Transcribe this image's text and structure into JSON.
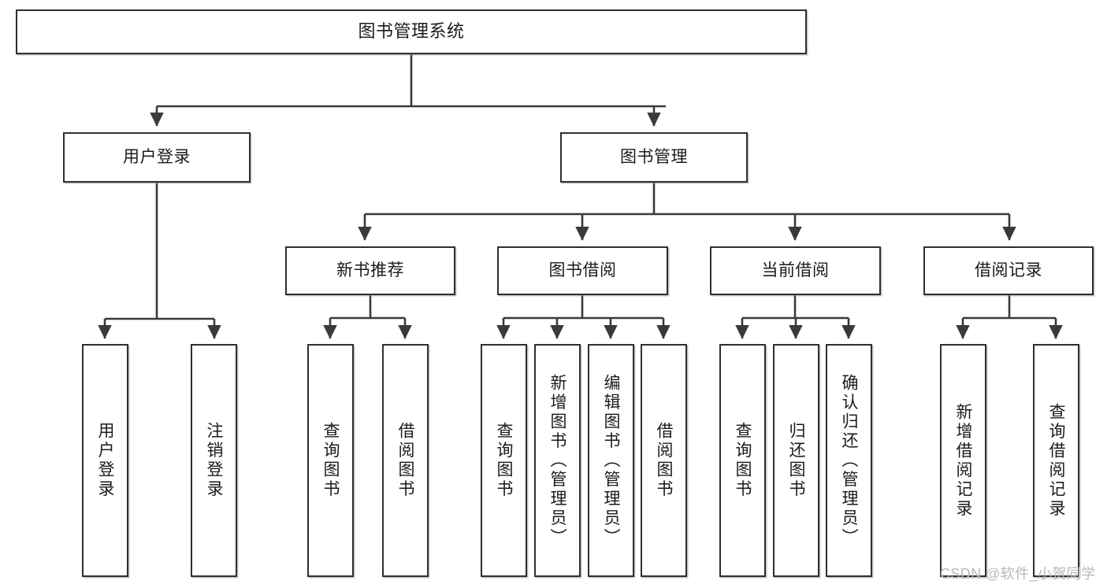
{
  "diagram": {
    "title": "图书管理系统",
    "type": "tree-hierarchy",
    "watermark": "CSDN @软件_小贺同学",
    "colors": {
      "node_border": "#2f2f2f",
      "node_fill": "#ffffff",
      "edge": "#3a3a3a",
      "text": "#1b1b1b",
      "watermark": "#b9b9b9",
      "background": "#ffffff"
    }
  },
  "nodes": {
    "root": {
      "label": "图书管理系统"
    },
    "level2": [
      {
        "label": "用户登录"
      },
      {
        "label": "图书管理"
      }
    ],
    "level3": [
      {
        "label": "新书推荐"
      },
      {
        "label": "图书借阅"
      },
      {
        "label": "当前借阅"
      },
      {
        "label": "借阅记录"
      }
    ],
    "leaves": {
      "user_login": [
        {
          "label": "用户登录"
        },
        {
          "label": "注销登录"
        }
      ],
      "new_book_recommend": [
        {
          "label": "查询图书"
        },
        {
          "label": "借阅图书"
        }
      ],
      "book_borrow": [
        {
          "label": "查询图书"
        },
        {
          "label": "新增图书（管理员）"
        },
        {
          "label": "编辑图书（管理员）"
        },
        {
          "label": "借阅图书"
        }
      ],
      "current_borrow": [
        {
          "label": "查询图书"
        },
        {
          "label": "归还图书"
        },
        {
          "label": "确认归还（管理员）"
        }
      ],
      "borrow_record": [
        {
          "label": "新增借阅记录"
        },
        {
          "label": "查询借阅记录"
        }
      ]
    }
  }
}
